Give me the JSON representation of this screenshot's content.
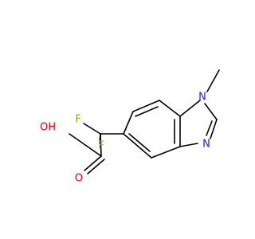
{
  "molecule": {
    "atoms": {
      "fluorine_top": {
        "label": "F",
        "color": "#b3a100"
      },
      "fluorine_bottom": {
        "label": "F",
        "color": "#b3a100"
      },
      "hydroxyl_oxygen": {
        "label": "OH",
        "color": "#e00000"
      },
      "carbonyl_oxygen": {
        "label": "O",
        "color": "#e00000"
      },
      "nitrogen_methyl": {
        "label": "N",
        "color": "#2020e0"
      },
      "nitrogen_imine": {
        "label": "N",
        "color": "#2020e0"
      }
    },
    "bond_color": "#000000",
    "background": "#ffffff"
  }
}
